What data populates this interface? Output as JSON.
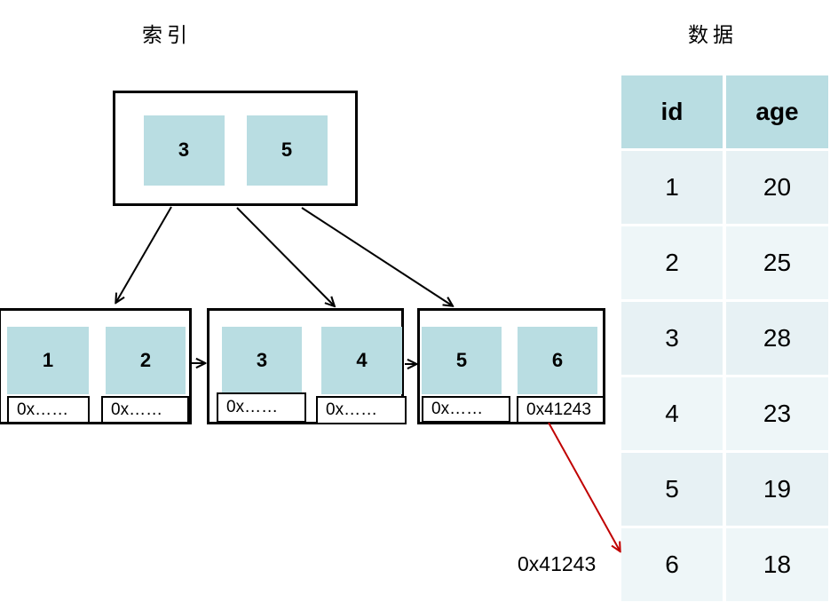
{
  "titles": {
    "index": "索引",
    "data": "数据"
  },
  "colors": {
    "cell_blue": "#b9dde2",
    "row_odd": "#e7f1f4",
    "row_even": "#eef6f8",
    "arrow_black": "#000000",
    "arrow_red": "#c00000"
  },
  "root_node": {
    "keys": [
      "3",
      "5"
    ]
  },
  "leaf_nodes": [
    {
      "keys": [
        "1",
        "2"
      ],
      "pointers": [
        "0x……",
        "0x……"
      ]
    },
    {
      "keys": [
        "3",
        "4"
      ],
      "pointers": [
        "0x……",
        "0x……"
      ]
    },
    {
      "keys": [
        "5",
        "6"
      ],
      "pointers": [
        "0x……",
        "0x41243"
      ]
    }
  ],
  "address_label": "0x41243",
  "table": {
    "headers": [
      "id",
      "age"
    ],
    "rows": [
      [
        "1",
        "20"
      ],
      [
        "2",
        "25"
      ],
      [
        "3",
        "28"
      ],
      [
        "4",
        "23"
      ],
      [
        "5",
        "19"
      ],
      [
        "6",
        "18"
      ]
    ]
  }
}
